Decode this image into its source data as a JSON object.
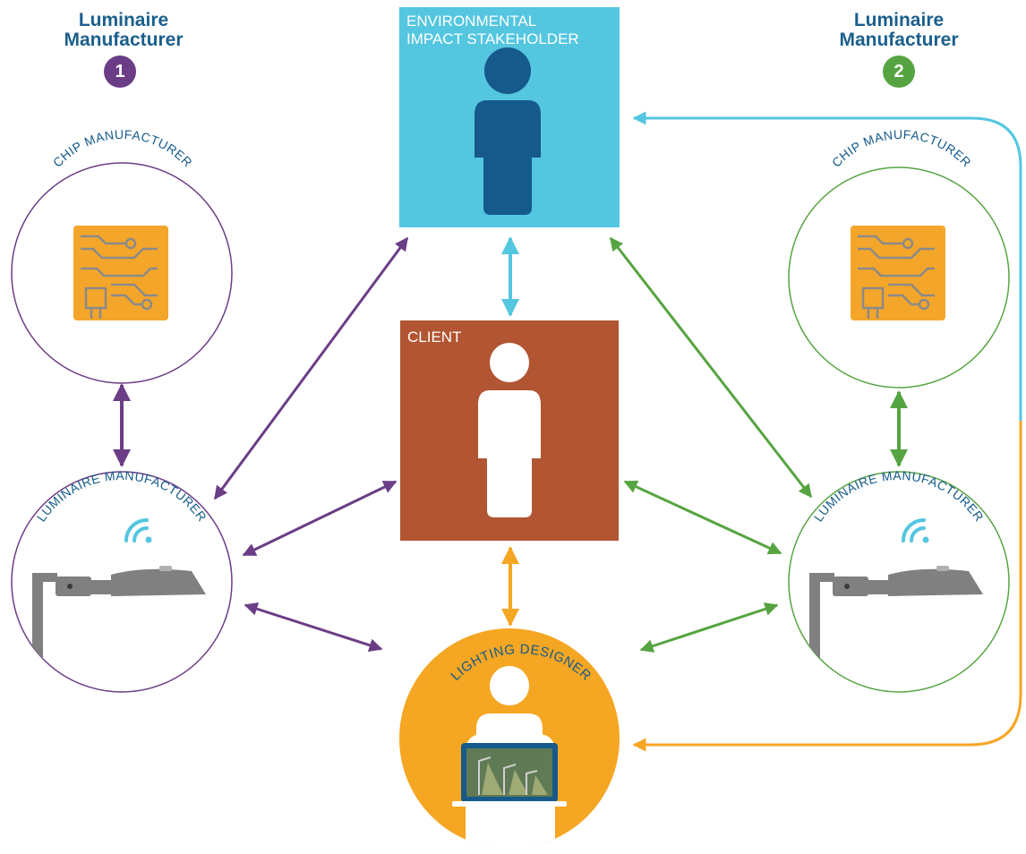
{
  "manufacturer_1": {
    "title": "Luminaire Manufacturer",
    "badge": "1",
    "color": "#6b3d86"
  },
  "manufacturer_2": {
    "title": "Luminaire Manufacturer",
    "badge": "2",
    "color": "#56a441"
  },
  "environmental": {
    "line1": "ENVIRONMENTAL",
    "line2": "IMPACT STAKEHOLDER",
    "color": "#54c6e0"
  },
  "client": {
    "label": "CLIENT",
    "color": "#b25532"
  },
  "lighting_designer": {
    "label": "LIGHTING DESIGNER",
    "color": "#f5a623"
  },
  "chip_manufacturer_label": "CHIP MANUFACTURER",
  "luminaire_manufacturer_label": "LUMINAIRE MANUFACTURER",
  "colors": {
    "purple": "#6b3d86",
    "green": "#56a441",
    "cyan": "#54c6e0",
    "orange": "#f5a623",
    "navy": "#155a8a",
    "chip": "#f4a62a",
    "pole": "#808080"
  }
}
